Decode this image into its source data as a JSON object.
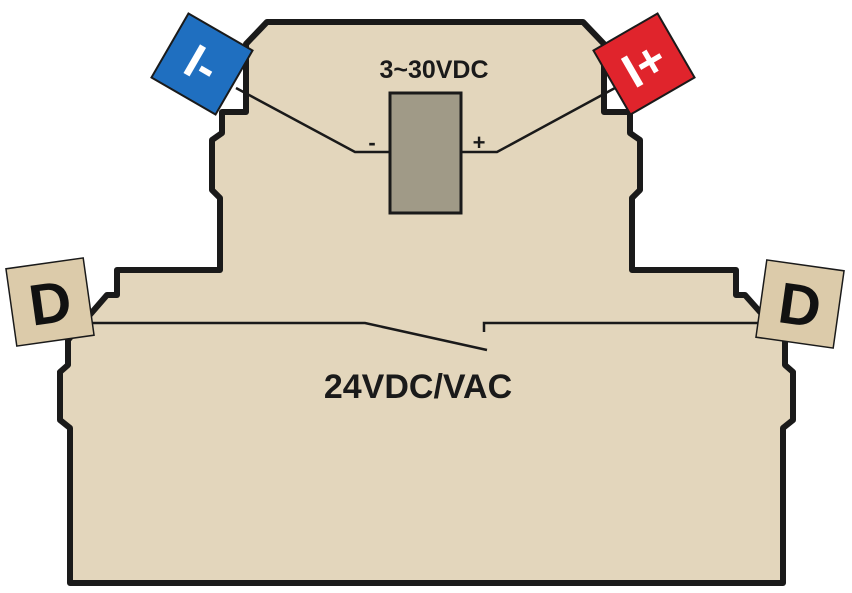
{
  "diagram": {
    "input_voltage_label": "3~30VDC",
    "supply_voltage_label": "24VDC/VAC",
    "coil_minus_label": "-",
    "coil_plus_label": "+",
    "terminals": {
      "input_negative": "I-",
      "input_positive": "I+",
      "output_left": "D",
      "output_right": "D"
    }
  },
  "colors": {
    "housing": "#e3d6bc",
    "outline": "#1a1a1a",
    "coil": "#a09a87",
    "terminal_negative": "#1f6fc0",
    "terminal_positive": "#e0242c",
    "terminal_output": "#dccbaa",
    "terminal_text_light": "#ffffff",
    "terminal_text_dark": "#111111"
  }
}
